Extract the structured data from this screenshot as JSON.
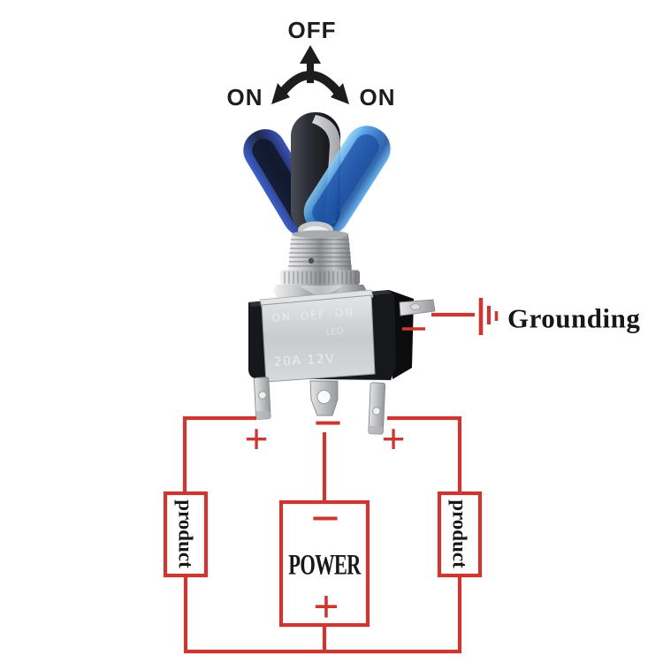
{
  "title_controls": {
    "off": "OFF",
    "on_left": "ON",
    "on_right": "ON"
  },
  "grounding_label": "Grounding",
  "switch_plate": {
    "positions": "ON OFF ON",
    "led": "LED",
    "rating": "20A 12V"
  },
  "circuit": {
    "terminal_minus": "−",
    "terminal_plus_left": "+",
    "terminal_plus_right": "+",
    "power": {
      "label": "POWER",
      "minus": "−",
      "plus": "+"
    },
    "product_left": "product",
    "product_right": "product"
  },
  "colors": {
    "wire_red": "#cd3732",
    "label_black": "#1d1d1f",
    "lever_blue_bright": "#3f94e4",
    "lever_blue_dark": "#1d2f70",
    "lever_black": "#26282e",
    "chrome": "#b9bbbe"
  }
}
